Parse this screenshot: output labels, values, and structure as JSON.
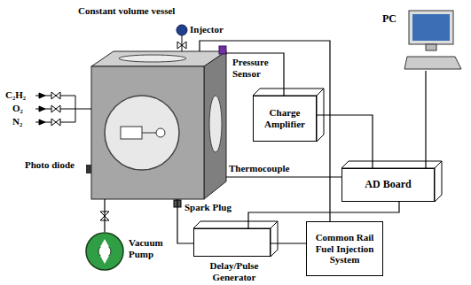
{
  "diagram": {
    "nodes": [
      {
        "text": [
          "Constant volume vessel"
        ]
      },
      {
        "text": [
          "PC"
        ]
      },
      {
        "text": [
          "Charge Amplifier"
        ]
      },
      {
        "text": [
          "AD Board"
        ]
      },
      {
        "text": [
          "Vacuum Pump"
        ]
      },
      {
        "text": [
          "Delay/Pulse Generator"
        ]
      },
      {
        "text": [
          "Common Rail Fuel Injection System"
        ]
      }
    ],
    "edges": [
      {
        "from": 0,
        "to": 2,
        "arrow": "none"
      },
      {
        "from": 2,
        "to": 3,
        "arrow": "none"
      },
      {
        "from": 0,
        "to": 3,
        "arrow": "none"
      },
      {
        "from": 3,
        "to": 1,
        "arrow": "none"
      },
      {
        "from": 0,
        "to": 5,
        "arrow": "none"
      },
      {
        "from": 5,
        "to": 3,
        "arrow": "none"
      },
      {
        "from": 5,
        "to": 6,
        "arrow": "none"
      },
      {
        "from": 6,
        "to": 0,
        "arrow": "none"
      },
      {
        "from": 4,
        "to": 0,
        "arrow": "none"
      }
    ],
    "labels": [
      "Injector",
      "Pressure Sensor",
      "Thermocouple",
      "Photo diode",
      "Spark Plug",
      "C₂H₂",
      "O₂",
      "N₂"
    ]
  }
}
